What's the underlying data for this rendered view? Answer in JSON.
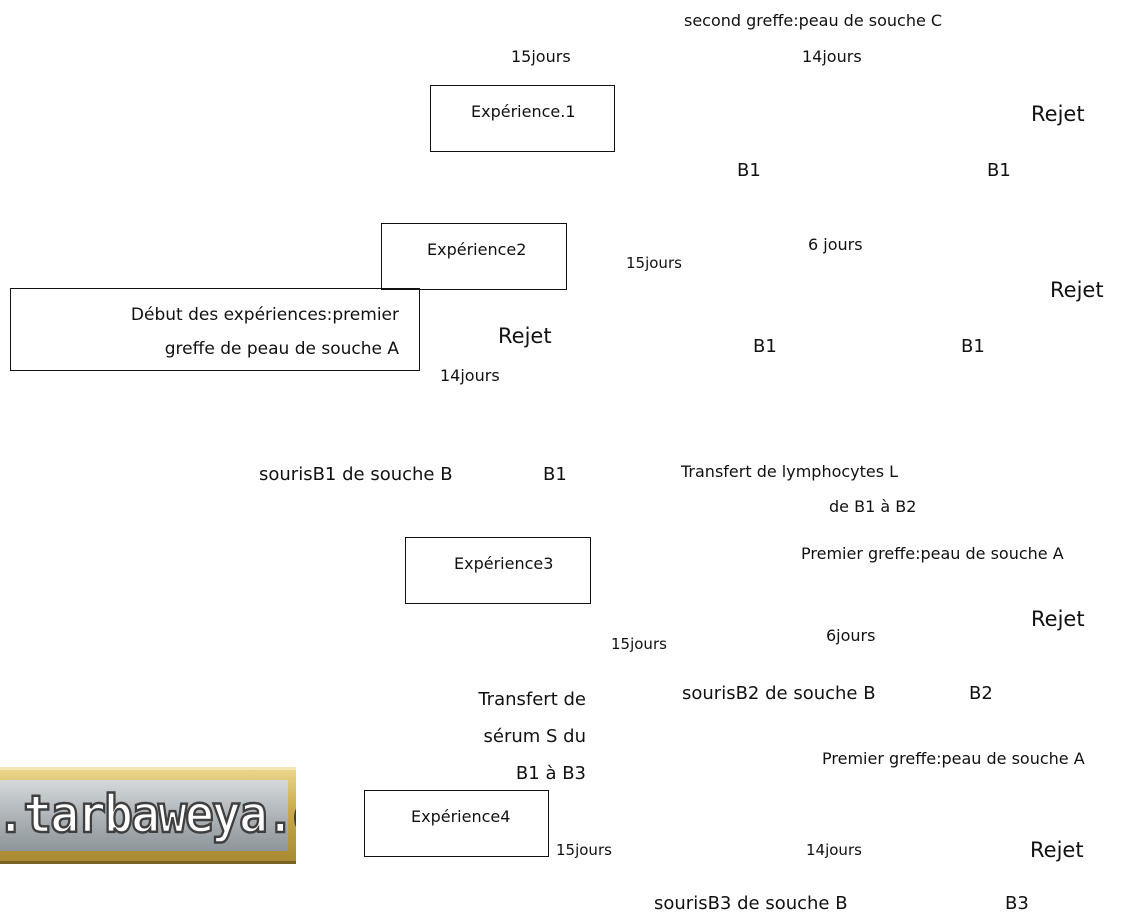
{
  "experiences": {
    "exp1": "Expérience.1",
    "exp2": "Expérience2",
    "exp3": "Expérience3",
    "exp4": "Expérience4"
  },
  "debut": {
    "line1": "Début des expériences:premier",
    "line2": "greffe de peau de souche A"
  },
  "top": {
    "second_greffe": "second greffe:peau de souche C",
    "d15_top": "15jours",
    "d14_top": "14jours",
    "rejet_1": "Rejet",
    "b1_a": "B1",
    "b1_b": "B1"
  },
  "exp2_area": {
    "d15": "15jours",
    "d6": "6 jours",
    "rejet_right": "Rejet",
    "rejet_mid": "Rejet",
    "b1_a": "B1",
    "b1_b": "B1",
    "d14": "14jours"
  },
  "mid": {
    "souris_b1": "sourisB1 de souche B",
    "b1": "B1",
    "transfert_lymph_1": "Transfert de lymphocytes L",
    "transfert_lymph_2": "de B1 à B2",
    "premier_greffe_1": "Premier greffe:peau de souche A"
  },
  "exp3_area": {
    "d15": "15jours",
    "d6": "6jours",
    "rejet": "Rejet",
    "souris_b2": "sourisB2 de souche B",
    "b2": "B2"
  },
  "serum": {
    "line1": "Transfert de",
    "line2": "sérum S du",
    "line3": "B1 à B3"
  },
  "exp4_area": {
    "premier_greffe_2": "Premier greffe:peau de souche A",
    "d15": "15jours",
    "d14": "14jours",
    "rejet": "Rejet",
    "souris_b3": "sourisB3 de souche B",
    "b3": "B3"
  },
  "logo": {
    "text": ".tarbaweya.org"
  }
}
